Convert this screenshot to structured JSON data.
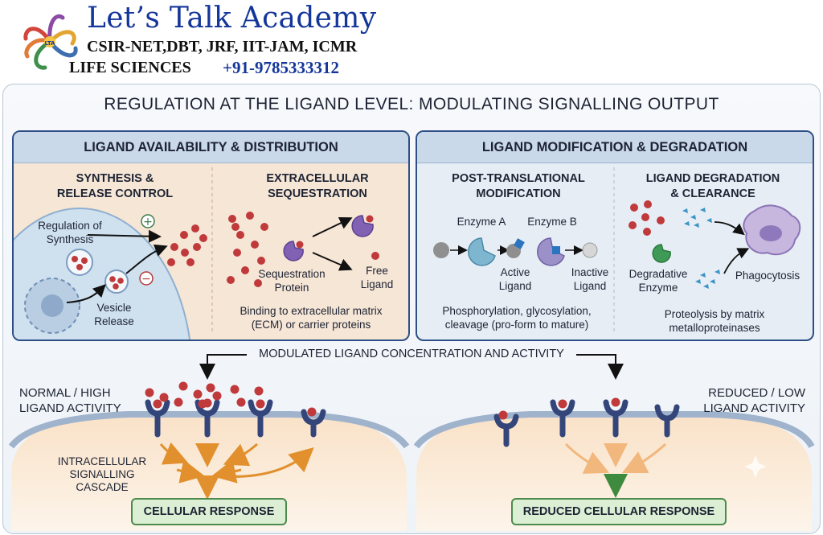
{
  "header": {
    "title": "Let’s Talk Academy",
    "line1": "CSIR-NET,DBT, JRF, IIT-JAM, ICMR",
    "line2": "LIFE SCIENCES",
    "phone": "+91-9785333312",
    "logo_text": "LTA"
  },
  "main_title": "REGULATION AT THE LIGAND LEVEL: MODULATING SIGNALLING OUTPUT",
  "left_panel": {
    "title": "LIGAND AVAILABILITY & DISTRIBUTION",
    "col1": {
      "title_l1": "SYNTHESIS &",
      "title_l2": "RELEASE CONTROL",
      "reg_l1": "Regulation of",
      "reg_l2": "Synthesis",
      "plus": "+",
      "minus": "−",
      "vesicle_l1": "Vesicle",
      "vesicle_l2": "Release"
    },
    "col2": {
      "title_l1": "EXTRACELLULAR",
      "title_l2": "SEQUESTRATION",
      "seq_l1": "Sequestration",
      "seq_l2": "Protein",
      "free_l1": "Free",
      "free_l2": "Ligand",
      "caption_l1": "Binding to extracellular matrix",
      "caption_l2": "(ECM) or carrier proteins"
    }
  },
  "right_panel": {
    "title": "LIGAND MODIFICATION & DEGRADATION",
    "col1": {
      "title_l1": "POST-TRANSLATIONAL",
      "title_l2": "MODIFICATION",
      "enzyme_a": "Enzyme A",
      "enzyme_b": "Enzyme B",
      "active_l1": "Active",
      "active_l2": "Ligand",
      "inactive_l1": "Inactive",
      "inactive_l2": "Ligand",
      "caption_l1": "Phosphorylation, glycosylation,",
      "caption_l2": "cleavage (pro-form to mature)"
    },
    "col2": {
      "title_l1": "LIGAND DEGRADATION",
      "title_l2": "& CLEARANCE",
      "degr_l1": "Degradative",
      "degr_l2": "Enzyme",
      "phago": "Phagocytosis",
      "caption_l1": "Proteolysis by matrix",
      "caption_l2": "metalloproteinases"
    }
  },
  "bottom": {
    "modulated": "MODULATED LIGAND CONCENTRATION AND ACTIVITY",
    "left_l1": "NORMAL / HIGH",
    "left_l2": "LIGAND ACTIVITY",
    "cascade_l1": "INTRACELLULAR",
    "cascade_l2": "SIGNALLING",
    "cascade_l3": "CASCADE",
    "response_left": "CELLULAR RESPONSE",
    "right_l1": "REDUCED / LOW",
    "right_l2": "LIGAND ACTIVITY",
    "response_right": "REDUCED CELLULAR RESPONSE"
  },
  "colors": {
    "navy": "#2e4f86",
    "ligand_red": "#c0393b",
    "receptor": "#34457a",
    "arrow_orange": "#e2902e",
    "response_green": "#4d8a4d",
    "panel_blue": "#c9d9ea",
    "panel_peach": "#f6e6d6"
  }
}
